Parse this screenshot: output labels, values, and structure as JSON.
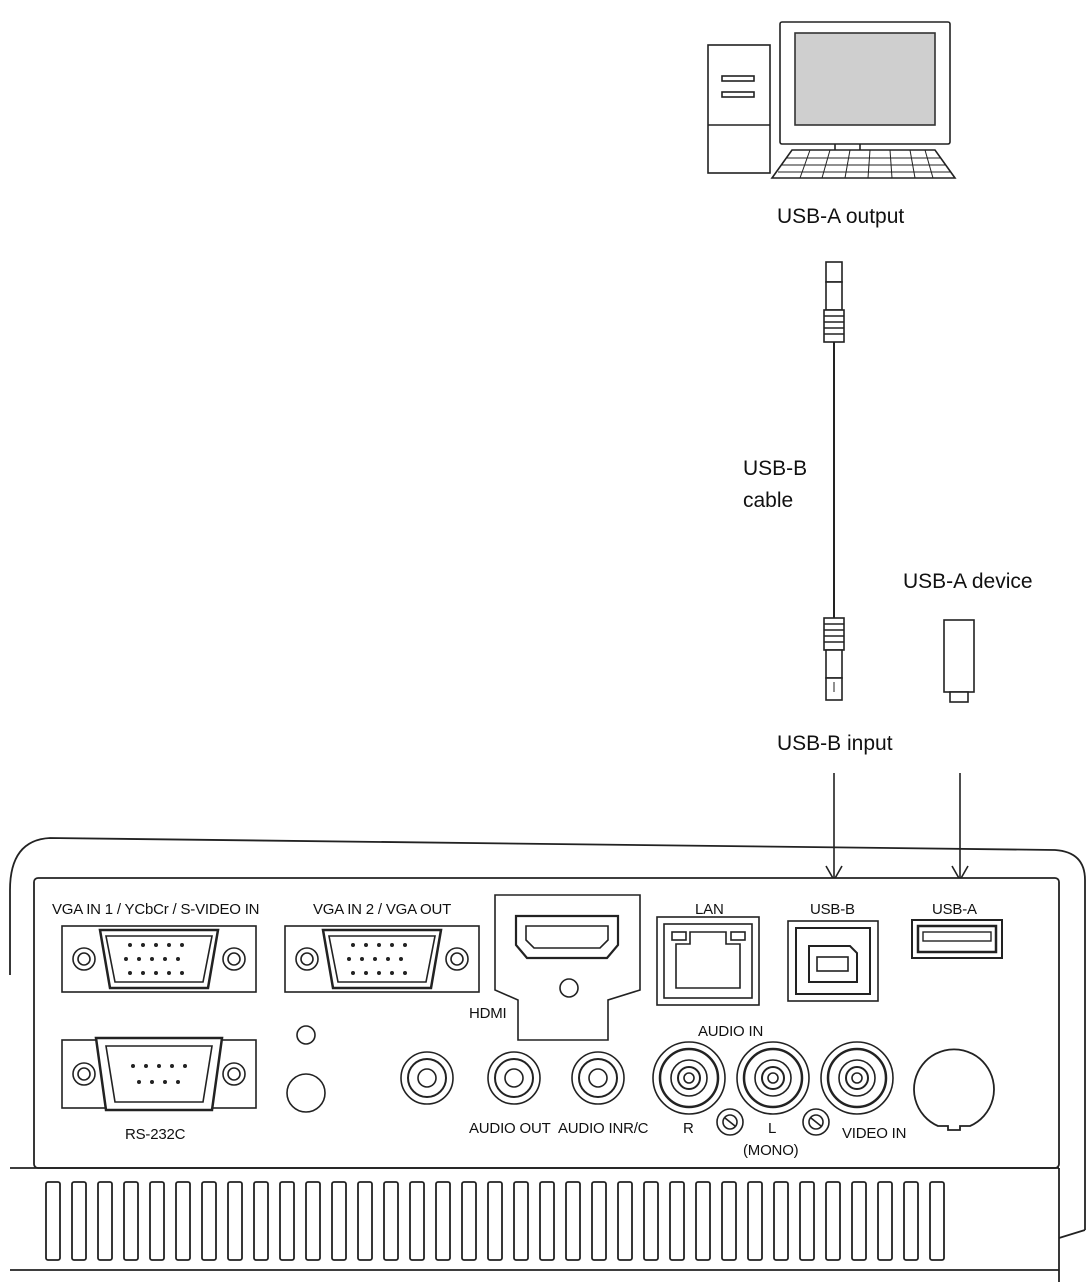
{
  "callouts": {
    "usb_a_output": "USB-A output",
    "usb_b_cable": "USB-B\ncable",
    "usb_a_device": "USB-A device",
    "usb_b_input": "USB-B input"
  },
  "panel_labels": {
    "vga_in_1": "VGA IN 1 / YCbCr / S-VIDEO IN",
    "vga_in_2": "VGA IN 2 / VGA OUT",
    "lan": "LAN",
    "usb_b": "USB-B",
    "usb_a": "USB-A",
    "hdmi": "HDMI",
    "audio_in_top": "AUDIO IN",
    "rs232c": "RS-232C",
    "audio_out": "AUDIO OUT",
    "audio_in_rc": "AUDIO INR/C",
    "r": "R",
    "l": "L",
    "mono": "(MONO)",
    "video_in": "VIDEO IN"
  },
  "colors": {
    "line": "#222222",
    "monitor_screen": "#cfcfcf",
    "background": "#ffffff"
  }
}
